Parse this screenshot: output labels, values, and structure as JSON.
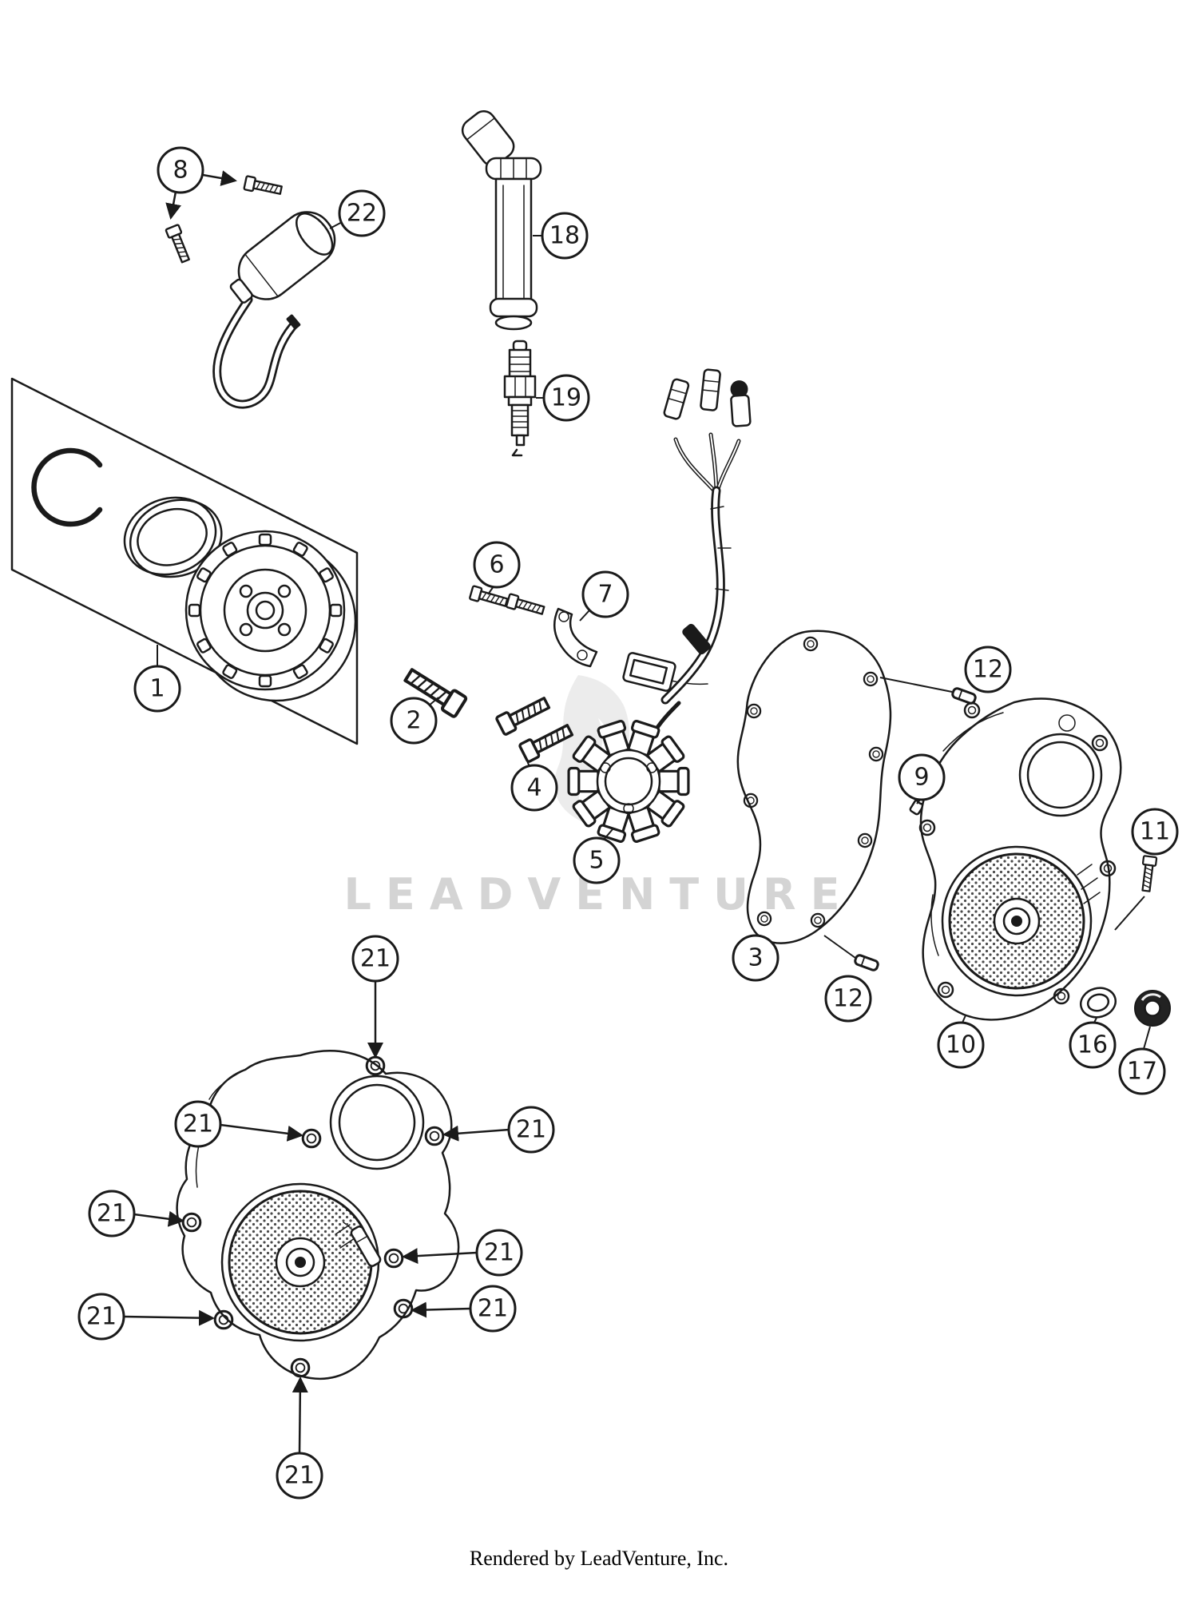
{
  "page": {
    "watermark": "LEADVENTURE",
    "footer": "Rendered by LeadVenture, Inc.",
    "line_color": "#1a1a1a",
    "background": "#ffffff"
  },
  "callouts": [
    {
      "id": "8",
      "label": "8"
    },
    {
      "id": "22",
      "label": "22"
    },
    {
      "id": "18",
      "label": "18"
    },
    {
      "id": "19",
      "label": "19"
    },
    {
      "id": "1",
      "label": "1"
    },
    {
      "id": "6",
      "label": "6"
    },
    {
      "id": "7",
      "label": "7"
    },
    {
      "id": "2",
      "label": "2"
    },
    {
      "id": "4",
      "label": "4"
    },
    {
      "id": "5",
      "label": "5"
    },
    {
      "id": "12a",
      "label": "12"
    },
    {
      "id": "9",
      "label": "9"
    },
    {
      "id": "11",
      "label": "11"
    },
    {
      "id": "3",
      "label": "3"
    },
    {
      "id": "12b",
      "label": "12"
    },
    {
      "id": "10",
      "label": "10"
    },
    {
      "id": "16",
      "label": "16"
    },
    {
      "id": "17",
      "label": "17"
    },
    {
      "id": "21a",
      "label": "21"
    },
    {
      "id": "21b",
      "label": "21"
    },
    {
      "id": "21c",
      "label": "21"
    },
    {
      "id": "21d",
      "label": "21"
    },
    {
      "id": "21e",
      "label": "21"
    },
    {
      "id": "21f",
      "label": "21"
    },
    {
      "id": "21g",
      "label": "21"
    },
    {
      "id": "21h",
      "label": "21"
    }
  ]
}
